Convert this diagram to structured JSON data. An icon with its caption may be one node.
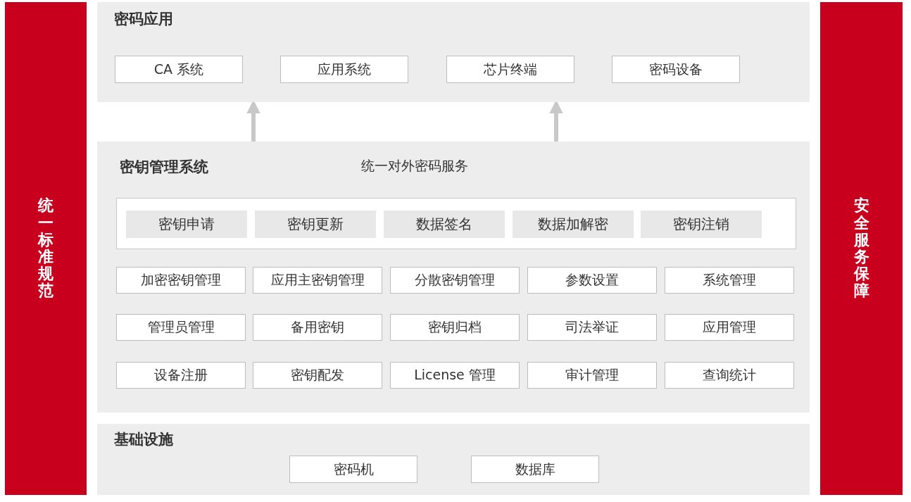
{
  "diagram": {
    "nodes": [
      {
        "text": [
          "统一标准规范"
        ]
      },
      {
        "text": [
          "密码应用"
        ]
      },
      {
        "text": [
          "CA 系统"
        ],
        "in": 1
      },
      {
        "text": [
          "应用系统"
        ],
        "in": 1
      },
      {
        "text": [
          "芯片终端"
        ],
        "in": 1
      },
      {
        "text": [
          "密码设备"
        ],
        "in": 1
      },
      {
        "text": [
          "密钥管理系统",
          "统一对外密码服务"
        ]
      },
      {
        "text": [],
        "shape": "box",
        "in": 6
      },
      {
        "text": [
          "密钥申请"
        ],
        "in": 7
      },
      {
        "text": [
          "密钥更新"
        ],
        "in": 7
      },
      {
        "text": [
          "数据签名"
        ],
        "in": 7
      },
      {
        "text": [
          "数据加解密"
        ],
        "in": 7
      },
      {
        "text": [
          "密钥注销"
        ],
        "in": 7
      },
      {
        "text": [
          "加密密钥管理"
        ],
        "in": 6
      },
      {
        "text": [
          "应用主密钥管理"
        ],
        "in": 6
      },
      {
        "text": [
          "分散密钥管理"
        ],
        "in": 6
      },
      {
        "text": [
          "参数设置"
        ],
        "in": 6
      },
      {
        "text": [
          "系统管理"
        ],
        "in": 6
      },
      {
        "text": [
          "管理员管理"
        ],
        "in": 6
      },
      {
        "text": [
          "备用密钥"
        ],
        "in": 6
      },
      {
        "text": [
          "密钥归档"
        ],
        "in": 6
      },
      {
        "text": [
          "司法举证"
        ],
        "in": 6
      },
      {
        "text": [
          "应用管理"
        ],
        "in": 6
      },
      {
        "text": [
          "设备注册"
        ],
        "in": 6
      },
      {
        "text": [
          "密钥配发"
        ],
        "in": 6
      },
      {
        "text": [
          "License 管理"
        ],
        "in": 6
      },
      {
        "text": [
          "审计管理"
        ],
        "in": 6
      },
      {
        "text": [
          "查询统计"
        ],
        "in": 6
      },
      {
        "text": [
          "基础设施"
        ]
      },
      {
        "text": [
          "密码机"
        ],
        "in": 28
      },
      {
        "text": [
          "数据库"
        ],
        "in": 28
      },
      {
        "text": [
          "安全服务保障"
        ]
      }
    ],
    "edges": [
      {
        "from": 6,
        "to": 1,
        "arrow": "to"
      },
      {
        "from": 6,
        "to": 1,
        "arrow": "to"
      }
    ]
  }
}
